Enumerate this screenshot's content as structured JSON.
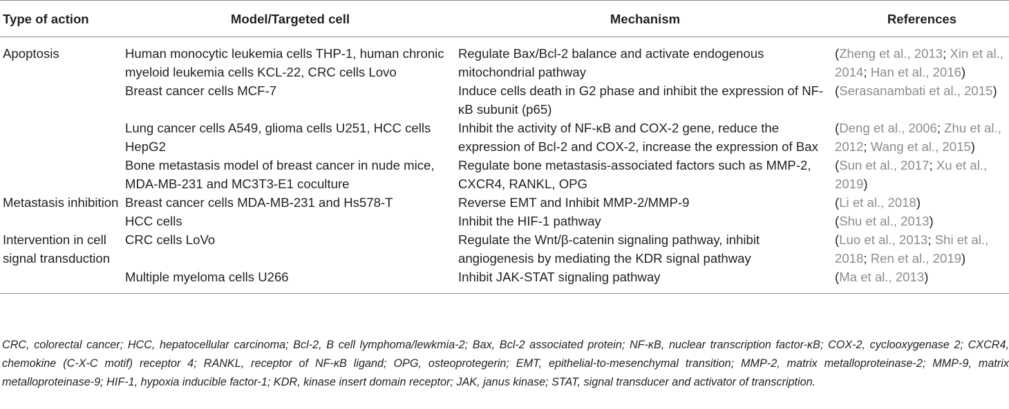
{
  "table": {
    "headers": {
      "type": "Type of action",
      "model": "Model/Targeted cell",
      "mechanism": "Mechanism",
      "refs": "References"
    },
    "rows": [
      {
        "type": "Apoptosis",
        "model": "Human monocytic leukemia cells THP-1, human chronic myeloid leukemia cells KCL-22, CRC cells Lovo",
        "mechanism": "Regulate Bax/Bcl-2 balance and activate endogenous mitochondrial pathway",
        "refs": [
          "Zheng et al., 2013",
          "Xin et al., 2014",
          "Han et al., 2016"
        ]
      },
      {
        "type": "",
        "model": "Breast cancer cells MCF-7",
        "mechanism": "Induce cells death in G2 phase and inhibit the expression of NF-κB subunit (p65)",
        "refs": [
          "Serasanambati et al., 2015"
        ]
      },
      {
        "type": "",
        "model": "Lung cancer cells A549, glioma cells U251, HCC cells HepG2",
        "mechanism": "Inhibit the activity of NF-κB and COX-2 gene, reduce the expression of Bcl-2 and COX-2, increase the expression of Bax",
        "refs": [
          "Deng et al., 2006",
          "Zhu et al., 2012",
          "Wang et al., 2015"
        ]
      },
      {
        "type": "",
        "model": "Bone metastasis model of breast cancer in nude mice, MDA-MB-231 and MC3T3-E1 coculture",
        "mechanism": "Regulate bone metastasis-associated factors such as MMP-2, CXCR4, RANKL, OPG",
        "refs": [
          "Sun et al., 2017",
          "Xu et al., 2019"
        ]
      },
      {
        "type": "Metastasis inhibition",
        "model": "Breast cancer cells MDA-MB-231 and Hs578-T",
        "mechanism": "Reverse EMT and Inhibit MMP-2/MMP-9",
        "refs": [
          "Li et al., 2018"
        ]
      },
      {
        "type": "",
        "model": "HCC cells",
        "mechanism": "Inhibit the HIF-1 pathway",
        "refs": [
          "Shu et al., 2013"
        ]
      },
      {
        "type": "Intervention in cell signal transduction",
        "model": "CRC cells LoVo",
        "mechanism": "Regulate the Wnt/β-catenin signaling pathway, inhibit angiogenesis by mediating the KDR signal pathway",
        "refs": [
          "Luo et al., 2013",
          "Shi et al., 2018",
          "Ren et al., 2019"
        ]
      },
      {
        "type": "",
        "model": "Multiple myeloma cells U266",
        "mechanism": "Inhibit JAK-STAT signaling pathway",
        "refs": [
          "Ma et al., 2013"
        ]
      }
    ]
  },
  "footnote": "CRC, colorectal cancer; HCC, hepatocellular carcinoma; Bcl-2, B cell lymphoma/lewkmia-2; Bax, Bcl-2 associated protein; NF-κB, nuclear transcription factor-κB; COX-2, cyclooxygenase 2; CXCR4, chemokine (C-X-C motif) receptor 4; RANKL, receptor of NF-κB ligand; OPG, osteoprotegerin; EMT, epithelial-to-mesenchymal transition; MMP-2, matrix metalloproteinase-2; MMP-9, matrix metalloproteinase-9; HIF-1, hypoxia inducible factor-1; KDR, kinase insert domain receptor; JAK, janus kinase; STAT, signal transducer and activator of transcription."
}
